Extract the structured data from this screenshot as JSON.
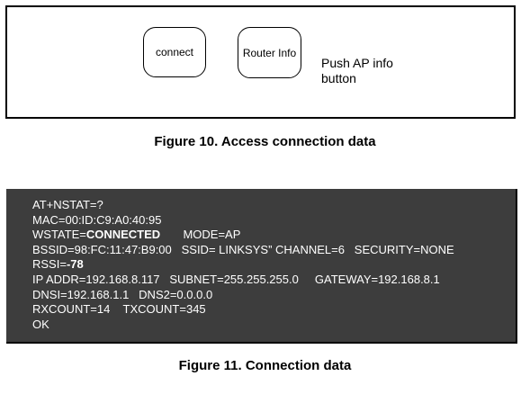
{
  "figure10": {
    "connect_button": "connect",
    "router_info_button": "Router Info",
    "note_line1": "Push AP info",
    "note_line2": "button",
    "caption": "Figure 10. Access connection data"
  },
  "figure11": {
    "lines": {
      "l1": "AT+NSTAT=?",
      "l2": "MAC=00:ID:C9:A0:40:95",
      "l3a": "WSTATE=",
      "l3b": "CONNECTED",
      "l3c": "       MODE=AP",
      "l4": "BSSID=98:FC:11:47:B9:00   SSID= LINKSYS” CHANNEL=6   SECURITY=NONE",
      "l5a": "RSSI=",
      "l5b": "-78",
      "l6": "IP ADDR=192.168.8.117   SUBNET=255.255.255.0     GATEWAY=192.168.8.1",
      "l7": "DNSI=192.168.1.1   DNS2=0.0.0.0",
      "l8": "RXCOUNT=14    TXCOUNT=345",
      "l9": "OK"
    },
    "caption": "Figure 11. Connection data"
  }
}
